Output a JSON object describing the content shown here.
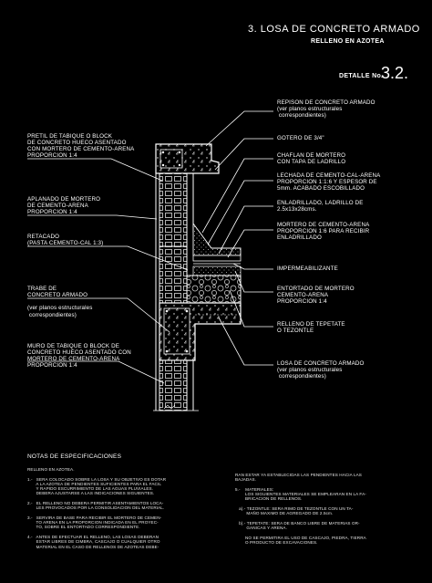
{
  "header": {
    "title": "3. LOSA DE CONCRETO ARMADO",
    "subtitle": "RELLENO EN AZOTEA",
    "detail_prefix": "DETALLE No.",
    "detail_number": "3.2."
  },
  "labels_right": [
    "REPISON DE CONCRETO ARMADO\n(ver planos estructurales\n correspondientes)",
    "GOTERO DE 3/4\"",
    "CHAFLAN DE MORTERO\nCON TAPA DE LADRILLO",
    "LECHADA DE CEMENTO-CAL-ARENA\nPROPORCION 1:1:6 Y ESPESOR DE\n5mm. ACABADO ESCOBILLADO",
    "ENLADRILLADO, LADRILLO DE\n2.5x13x28cms.",
    "MORTERO DE CEMENTO-ARENA\nPROPORCION 1:6 PARA RECIBIR\nENLADRILLADO",
    "IMPERMEABILIZANTE",
    "ENTORTADO DE MORTERO\nCEMENTO-ARENA\nPROPORCION 1:4",
    "RELLENO DE TEPETATE\nO TEZONTLE",
    "LOSA DE CONCRETO ARMADO\n(ver planos estructurales\n correspondientes)"
  ],
  "labels_left": [
    "PRETIL DE TABIQUE O BLOCK\nDE CONCRETO HUECO ASENTADO\nCON MORTERO DE CEMENTO-ARENA\nPROPORCION 1:4",
    "APLANADO DE MORTERO\nDE CEMENTO-ARENA\nPROPORCION 1:4",
    "RETACADO\n(PASTA CEMENTO-CAL 1:3)",
    "TRABE DE\nCONCRETO ARMADO\n\n(ver planos estructurales\n correspondientes)",
    "MURO DE TABIQUE O BLOCK DE\nCONCRETO HUECO ASENTADO CON\nMORTERO DE CEMENTO-ARENA\nPROPORCION 1:4"
  ],
  "notes": {
    "title": "NOTAS DE ESPECIFICACIONES",
    "col1": "RELLENO EN AZOTEA.\n\n1.-   SERA COLOCADO SOBRE LA LOSA Y SU OBJETIVO ES DOTAR\n       A LA AZOTEA DE PENDIENTES SUFICIENTES PARA EL FACIL\n       Y RAPIDO ESCURRIMIENTO DE LAS AGUAS PLUVIALES.\n       DEBERA AJUSTARSE A LAS INDICACIONES SIGUIENTES.\n\n2.-   EL RELLENO NO DEBERA PERMITIR ASENTAMIENTOS LOCA-\n       LES PROVOCADOS POR LA CONSOLIDACION DEL MATERIAL.\n\n3.-   SERVIRA DE BASE PARA RECIBIR EL MORTERO DE CEMEN-\n       TO ARENA EN LA PROPORCION INDICADA EN EL PROYEC-\n       TO, SOBRE EL ENTORTADO CORRESPONDIENTE.\n\n4.-   ANTES DE EFECTUAR EL RELLENO, LAS LOSAS DEBERAN\n       ESTAR LIBRES DE CIMBRA, CASCAJO O CUALQUIER OTRO\n       MATERIAL EN EL CASO DE RELLENOS DE AZOTEAS DEBE-",
    "col2": "RAN ESTAR YA ESTABLECIDAS LAS PENDIENTES HACIA LAS\nBAJADAS.\n\n5.-    MATERIALES:\n        LOS SIGUIENTES MATERIALES SE EMPLEARAN EN LA FA-\n        BRICACION DE RELLENOS.\n\n   a).- TEZONTLE: SERA RIMO DE TEZONTLE CON UN TA-\n         MAÑO MAXIMO DE AGREGADO DE 2.5cm.\n\n   b).- TEPETATE: SERA DE BANCO LIBRE DE MATERIAS OR-\n         GANICAS Y ARENA.\n\n        NO SE PERMITIRA EL USO DE CASCAJO, PIEDRA, TIERRA\n        O PRODUCTO DE EXCAVACIONES."
  },
  "colors": {
    "background": "#000000",
    "text": "#ffffff",
    "drawing": "#ffffff",
    "hatch": "#d0d0d0"
  }
}
